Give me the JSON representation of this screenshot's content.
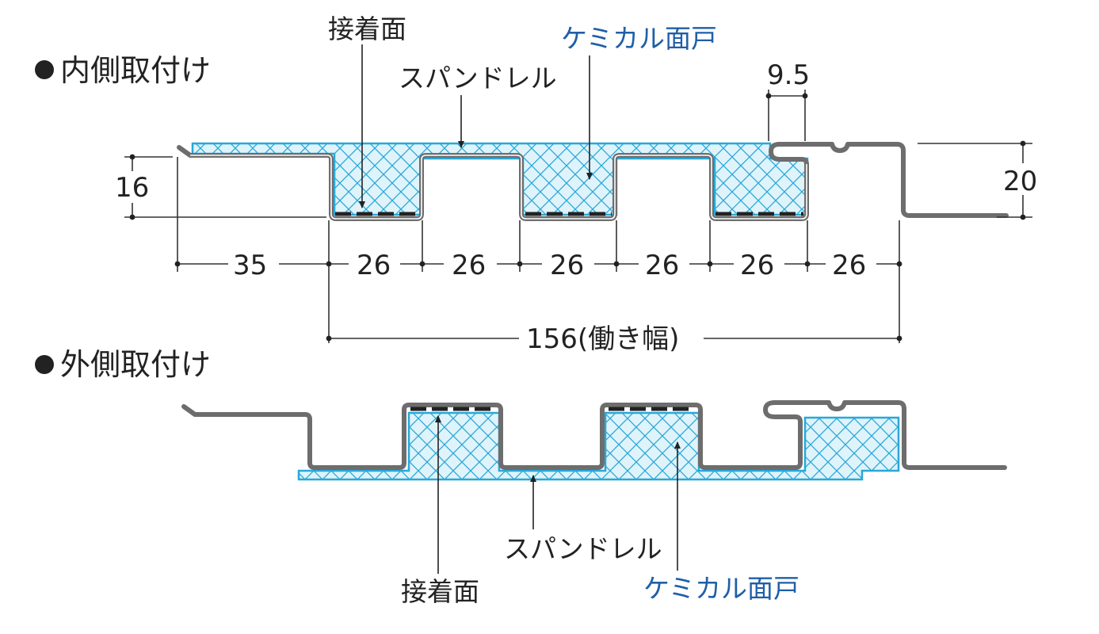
{
  "sections": {
    "inner": {
      "title": "内側取付け"
    },
    "outer": {
      "title": "外側取付け"
    }
  },
  "labels": {
    "adhesive_surface": "接着面",
    "spandrel": "スパンドレル",
    "chemical_door": "ケミカル面戸"
  },
  "dimensions": {
    "dim_95": "9.5",
    "dim_16": "16",
    "dim_20": "20",
    "dim_35": "35",
    "dim_26": "26",
    "dim_156": "156(働き幅)"
  },
  "colors": {
    "foam": "#29a8d8",
    "accent_text": "#1f5fa8",
    "profile": "#6d6d6d"
  }
}
